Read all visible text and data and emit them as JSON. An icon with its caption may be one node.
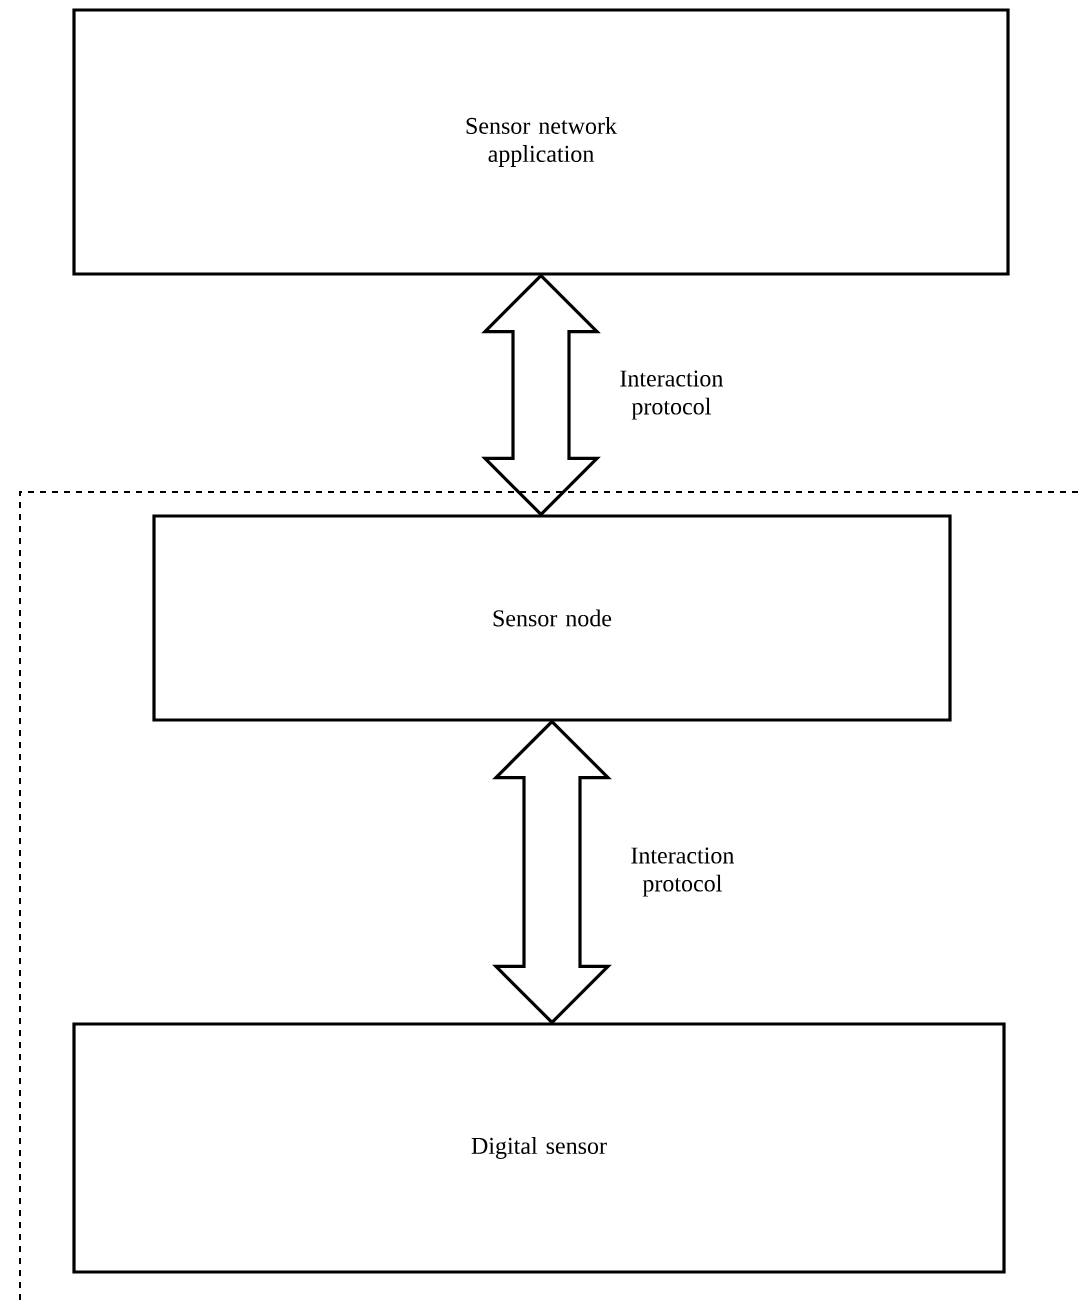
{
  "diagram": {
    "nodes": [
      {
        "text": [
          "Sensor network application"
        ]
      },
      {
        "text": [
          "Sensor node"
        ]
      },
      {
        "text": [
          "Digital sensor"
        ]
      }
    ],
    "edges": [
      {
        "from": 0,
        "to": 1,
        "arrow": "both",
        "label": "Interaction protocol"
      },
      {
        "from": 1,
        "to": 2,
        "arrow": "both",
        "label": "Interaction protocol"
      }
    ]
  }
}
